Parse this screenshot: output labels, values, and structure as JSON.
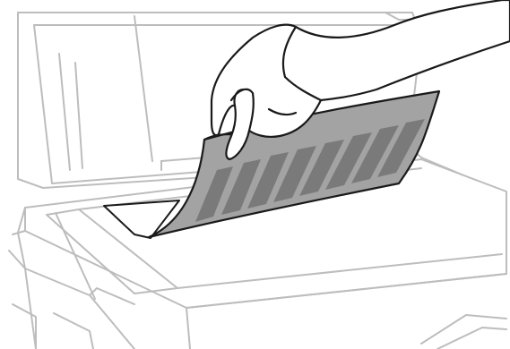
{
  "scene": {
    "subject": "",
    "colors": {
      "scanner_outline": "#bdbdbd",
      "glass_cutout": "#ffffff",
      "document_fill": "#a3a3a3",
      "document_stripes": "#7a7a7a",
      "ink": "#1a1a1a",
      "background": "#ffffff"
    },
    "icons": [
      "scanner-lid",
      "scanner-glass",
      "document-sheet",
      "hand"
    ]
  }
}
